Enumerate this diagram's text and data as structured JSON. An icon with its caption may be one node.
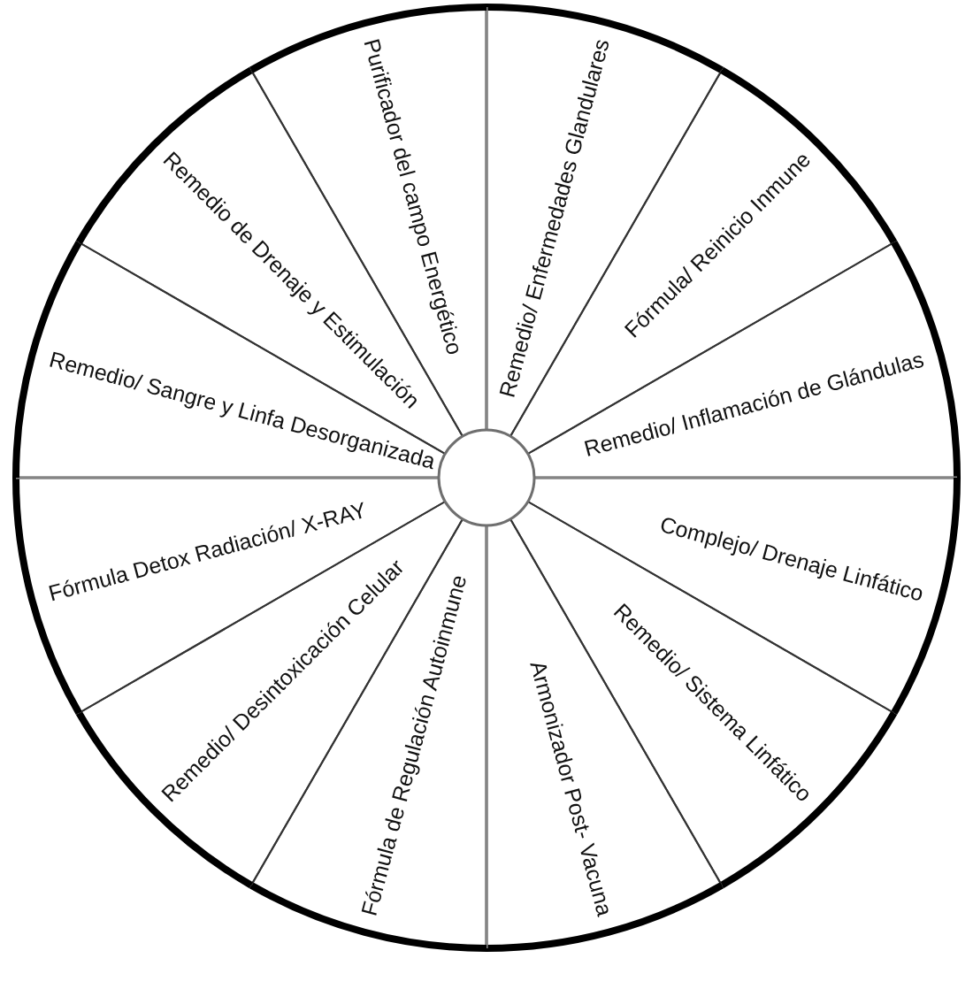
{
  "diagram": {
    "nodes": [
      {
        "text": [
          "Remedio/ Enfermedades Glandulares"
        ]
      },
      {
        "text": [
          "Fórmula/ Reinicio Inmune"
        ]
      },
      {
        "text": [
          "Remedio/ Inflamación de Glándulas"
        ]
      },
      {
        "text": [
          "Complejo/ Drenaje Linfático"
        ]
      },
      {
        "text": [
          "Remedio/ Sistema Linfático"
        ]
      },
      {
        "text": [
          "Armonizador Post- Vacuna"
        ]
      },
      {
        "text": [
          "Fórmula de Regulación Autoinmune"
        ]
      },
      {
        "text": [
          "Remedio/ Desintoxicación Celular"
        ]
      },
      {
        "text": [
          "Fórmula Detox Radiación/ X-RAY"
        ]
      },
      {
        "text": [
          "Remedio/ Sangre y Linfa Desorganizada"
        ]
      },
      {
        "text": [
          "Remedio de Drenaje y Estimulación"
        ]
      },
      {
        "text": [
          "Purificador del campo Energético"
        ]
      }
    ]
  }
}
